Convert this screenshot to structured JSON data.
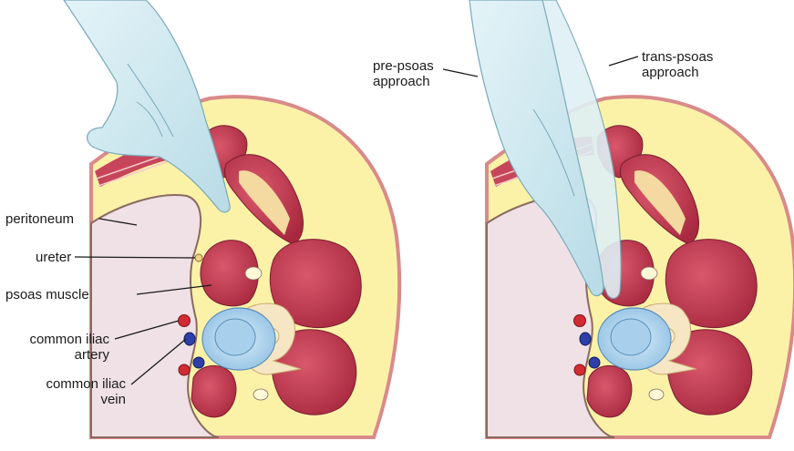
{
  "labels": {
    "peritoneum": "peritoneum",
    "ureter": "ureter",
    "psoas_muscle": "psoas muscle",
    "common_iliac_artery": "common iliac\nartery",
    "common_iliac_vein": "common iliac\nvein",
    "pre_psoas_approach": "pre-psoas\napproach",
    "trans_psoas_approach": "trans-psoas\napproach"
  },
  "colors": {
    "muscle": "#b8334a",
    "muscle_light": "#d9586b",
    "fat": "#fbf2a8",
    "skin_edge": "#d98a8a",
    "peritoneum": "#efe1e5",
    "glove": "#c8e6ef",
    "disc": "#9fcbea",
    "bone": "#f6e6c4",
    "artery": "#d42a34",
    "vein": "#2d3fa8"
  }
}
